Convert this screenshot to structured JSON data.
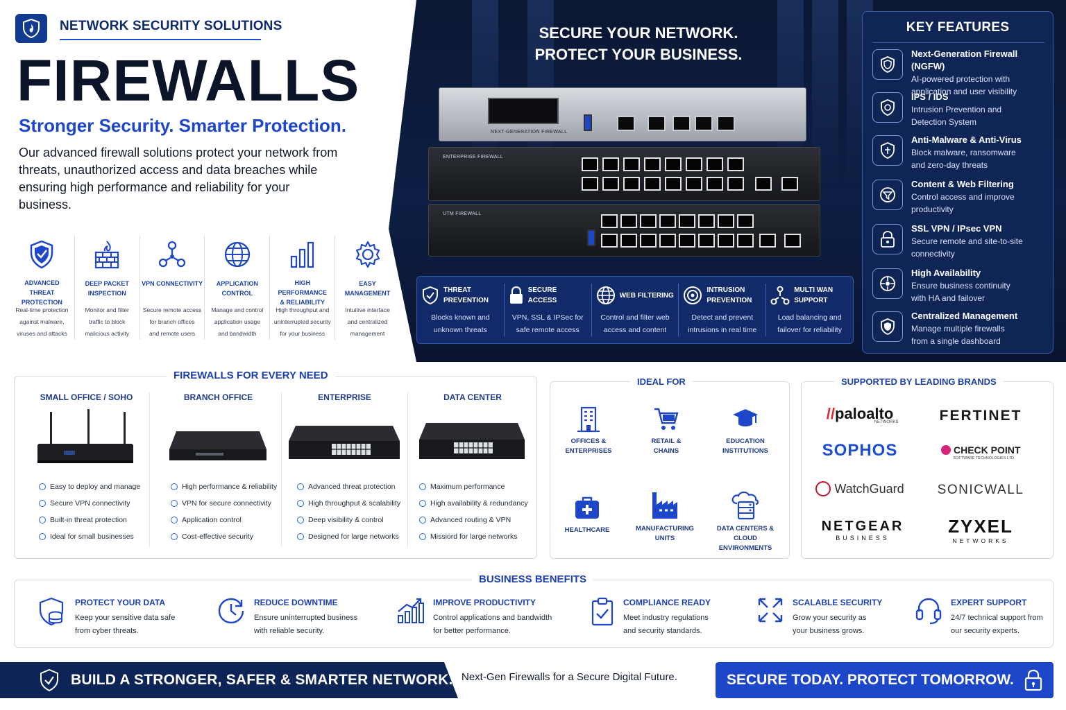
{
  "header": {
    "brand": "NETWORK SECURITY SOLUTIONS",
    "title": "FIREWALLS",
    "tagline": "Stronger Security. Smarter Protection.",
    "intro": "Our advanced firewall solutions protect your network from threats, unauthorized access and data breaches while ensuring high performance and reliability for your business."
  },
  "features": [
    {
      "icon": "shield-check-icon",
      "title1": "ADVANCED",
      "title2": "THREAT PROTECTION",
      "desc1": "Real-time protection",
      "desc2": "against malware,",
      "desc3": "viruses and attacks"
    },
    {
      "icon": "brick-wall-fire-icon",
      "title1": "DEEP PACKET",
      "title2": "INSPECTION",
      "desc1": "Monitor and filter",
      "desc2": "traffic to block",
      "desc3": "malicious activity"
    },
    {
      "icon": "network-nodes-icon",
      "title1": "VPN CONNECTIVITY",
      "title2": "",
      "desc1": "Secure remote access",
      "desc2": "for branch offices",
      "desc3": "and remote users"
    },
    {
      "icon": "globe-icon",
      "title1": "APPLICATION",
      "title2": "CONTROL",
      "desc1": "Manage and control",
      "desc2": "application usage",
      "desc3": "and bandwidth"
    },
    {
      "icon": "bar-chart-icon",
      "title1": "HIGH PERFORMANCE",
      "title2": "& RELIABILITY",
      "desc1": "High throughput and",
      "desc2": "uninterrupted security",
      "desc3": "for your business"
    },
    {
      "icon": "gear-icon",
      "title1": "EASY MANAGEMENT",
      "title2": "",
      "desc1": "Intuitive interface",
      "desc2": "and centralized",
      "desc3": "management"
    }
  ],
  "hero": {
    "headline1": "SECURE YOUR NETWORK.",
    "headline2": "PROTECT YOUR BUSINESS.",
    "device1_label": "NEXT-GENERATION FIREWALL",
    "device2_label": "ENTERPRISE FIREWALL",
    "device3_label": "UTM FIREWALL",
    "strip": [
      {
        "icon": "shield-check-icon",
        "t1": "THREAT",
        "t2": "PREVENTION",
        "d1": "Blocks known and",
        "d2": "unknown threats"
      },
      {
        "icon": "lock-icon",
        "t1": "SECURE ACCESS",
        "t2": "",
        "d1": "VPN, SSL & IPSec for",
        "d2": "safe remote access"
      },
      {
        "icon": "globe-icon",
        "t1": "WEB FILTERING",
        "t2": "",
        "d1": "Control and filter web",
        "d2": "access and content"
      },
      {
        "icon": "target-icon",
        "t1": "INTRUSION",
        "t2": "PREVENTION",
        "d1": "Detect and prevent",
        "d2": "intrusions in real time"
      },
      {
        "icon": "network-nodes-icon",
        "t1": "MULTI WAN",
        "t2": "SUPPORT",
        "d1": "Load balancing and",
        "d2": "failover for reliability"
      }
    ]
  },
  "key_features": {
    "title": "KEY FEATURES",
    "items": [
      {
        "icon": "shield-icon",
        "title": "Next-Generation Firewall (NGFW)",
        "d1": "AI-powered protection with",
        "d2": "application and user visibility"
      },
      {
        "icon": "shield-target-icon",
        "title": "IPS / IDS",
        "d1": "Intrusion Prevention and",
        "d2": "Detection System"
      },
      {
        "icon": "shield-icon",
        "title": "Anti-Malware & Anti-Virus",
        "d1": "Block malware, ransomware",
        "d2": "and zero-day threats"
      },
      {
        "icon": "filter-gear-icon",
        "title": "Content & Web Filtering",
        "d1": "Control access and improve",
        "d2": "productivity"
      },
      {
        "icon": "lock-icon",
        "title": "SSL VPN / IPsec VPN",
        "d1": "Secure remote and site-to-site",
        "d2": "connectivity"
      },
      {
        "icon": "availability-icon",
        "title": "High Availability",
        "d1": "Ensure business continuity",
        "d2": "with HA and failover"
      },
      {
        "icon": "shield-icon",
        "title": "Centralized Management",
        "d1": "Manage multiple firewalls",
        "d2": "from a single dashboard"
      }
    ]
  },
  "every_need": {
    "title": "FIREWALLS FOR EVERY NEED",
    "columns": [
      {
        "heading": "SMALL OFFICE / SOHO",
        "items": [
          "Easy to deploy and manage",
          "Secure VPN connectivity",
          "Built-in threat protection",
          "Ideal for small businesses"
        ]
      },
      {
        "heading": "BRANCH OFFICE",
        "items": [
          "High performance & reliability",
          "VPN for secure connectivity",
          "Application control",
          "Cost-effective security"
        ]
      },
      {
        "heading": "ENTERPRISE",
        "items": [
          "Advanced threat protection",
          "High throughput & scalability",
          "Deep visibility & control",
          "Designed for large networks"
        ]
      },
      {
        "heading": "DATA CENTER",
        "items": [
          "Maximum performance",
          "High availability & redundancy",
          "Advanced routing & VPN",
          "Missiord for large networks"
        ]
      }
    ]
  },
  "ideal_for": {
    "title": "IDEAL FOR",
    "items": [
      {
        "icon": "building-icon",
        "l1": "OFFICES &",
        "l2": "ENTERPRISES"
      },
      {
        "icon": "cart-icon",
        "l1": "RETAIL &",
        "l2": "CHAINS"
      },
      {
        "icon": "graduation-cap-icon",
        "l1": "EDUCATION",
        "l2": "INSTITUTIONS"
      },
      {
        "icon": "medical-bag-icon",
        "l1": "HEALTHCARE",
        "l2": ""
      },
      {
        "icon": "factory-icon",
        "l1": "MANUFACTURING",
        "l2": "UNITS"
      },
      {
        "icon": "cloud-server-icon",
        "l1": "DATA CENTERS &",
        "l2": "CLOUD ENVIRONMENTS"
      }
    ]
  },
  "brands": {
    "title": "SUPPORTED BY LEADING BRANDS",
    "list": [
      {
        "name": "paloalto",
        "sub": "NETWORKS"
      },
      {
        "name": "FERTINET",
        "sub": ""
      },
      {
        "name": "SOPHOS",
        "sub": ""
      },
      {
        "name": "CHECK POINT",
        "sub": "SOFTWARE TECHNOLOGIES LTD."
      },
      {
        "name": "WatchGuard",
        "sub": ""
      },
      {
        "name": "SONICWALL",
        "sub": ""
      },
      {
        "name": "NETGEAR",
        "sub": "BUSINESS"
      },
      {
        "name": "ZYXEL",
        "sub": "NETWORKS"
      }
    ]
  },
  "benefits": {
    "title": "BUSINESS BENEFITS",
    "items": [
      {
        "icon": "shield-database-icon",
        "title": "PROTECT YOUR DATA",
        "d1": "Keep your sensitive data safe",
        "d2": "from cyber threats."
      },
      {
        "icon": "clock-icon",
        "title": "REDUCE DOWNTIME",
        "d1": "Ensure uninterrupted business",
        "d2": "with reliable security."
      },
      {
        "icon": "growth-chart-icon",
        "title": "IMPROVE PRODUCTIVITY",
        "d1": "Control applications and bandwidth",
        "d2": "for better performance."
      },
      {
        "icon": "clipboard-check-icon",
        "title": "COMPLIANCE READY",
        "d1": "Meet industry regulations",
        "d2": "and security standards."
      },
      {
        "icon": "expand-arrows-icon",
        "title": "SCALABLE SECURITY",
        "d1": "Grow your security as",
        "d2": "your business grows."
      },
      {
        "icon": "headset-icon",
        "title": "EXPERT SUPPORT",
        "d1": "24/7 technical support from",
        "d2": "our security experts."
      }
    ]
  },
  "footer": {
    "left": "BUILD A STRONGER, SAFER & SMARTER NETWORK.",
    "middle": "Next-Gen Firewalls for a Secure Digital Future.",
    "right": "SECURE TODAY. PROTECT TOMORROW."
  },
  "colors": {
    "navy": "#0d2457",
    "accent": "#1e46c8",
    "panel": "#0e2556"
  }
}
